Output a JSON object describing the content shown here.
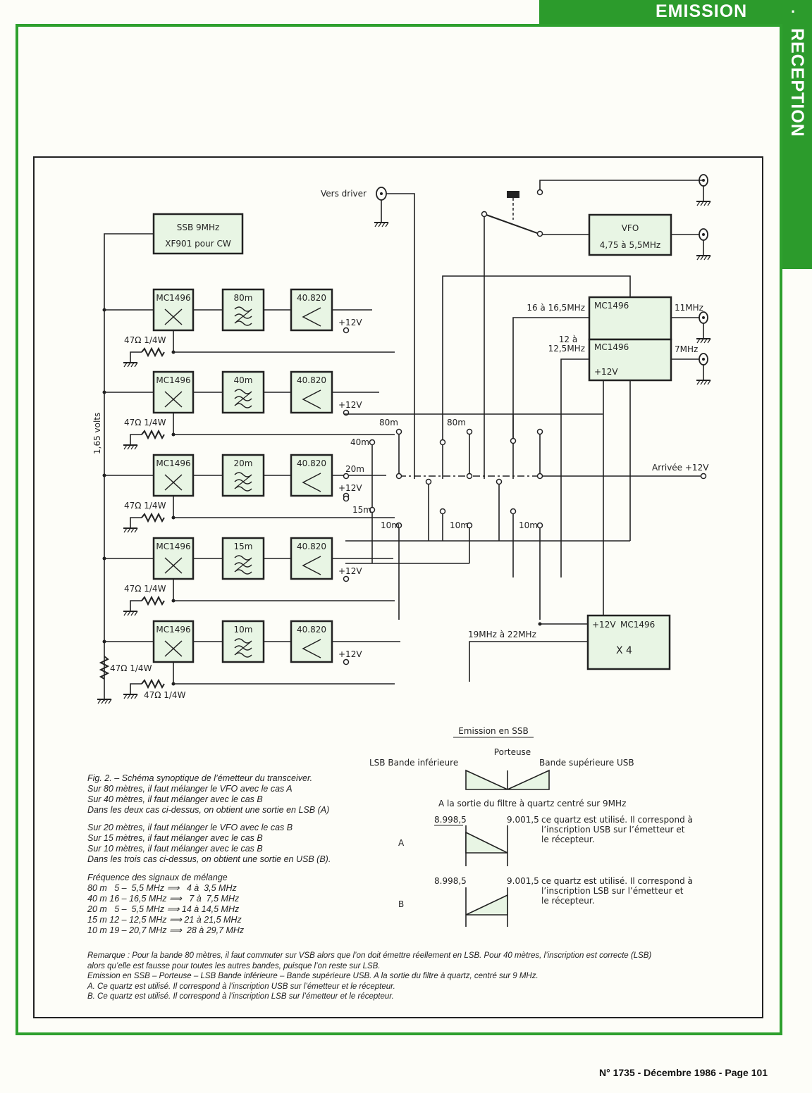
{
  "header": {
    "section_title": "EMISSION",
    "separator": "·",
    "section_subtitle": "RECEPTION"
  },
  "diagram": {
    "ssb_filter": {
      "line1": "SSB 9MHz",
      "line2": "XF901 pour CW"
    },
    "vers_driver": "Vers driver",
    "vfo": {
      "line1": "VFO",
      "line2": "4,75 à 5,5MHz"
    },
    "chains": [
      {
        "mixer": "MC1496",
        "filter": "80m",
        "amp": "40.820",
        "supply": "+12V",
        "resistor": "47Ω 1/4W"
      },
      {
        "mixer": "MC1496",
        "filter": "40m",
        "amp": "40.820",
        "supply": "+12V",
        "resistor": "47Ω 1/4W"
      },
      {
        "mixer": "MC1496",
        "filter": "20m",
        "amp": "40.820",
        "supply": "+12V",
        "resistor": "47Ω 1/4W"
      },
      {
        "mixer": "MC1496",
        "filter": "15m",
        "amp": "40.820",
        "supply": "+12V",
        "resistor": "47Ω 1/4W"
      },
      {
        "mixer": "MC1496",
        "filter": "10m",
        "amp": "40.820",
        "supply": "+12V",
        "resistor": "47Ω 1/4W"
      }
    ],
    "bias_voltage": "1,65 volts",
    "bias_resistor": "47Ω 1/4W",
    "osc_mixer_top": {
      "label": "MC1496",
      "out_freq": "16 à 16,5MHz",
      "xtal": "11MHz"
    },
    "osc_mixer_bottom": {
      "label": "MC1496",
      "out_freq_line1": "12 à",
      "out_freq_line2": "12,5MHz",
      "xtal": "7MHz",
      "supply": "+12V"
    },
    "multiplier": {
      "supply": "+12V",
      "label": "MC1496",
      "factor": "X 4",
      "out_freq": "19MHz à 22MHz"
    },
    "switch_labels": {
      "s80a": "80m",
      "s80b": "80m",
      "s40": "40m",
      "s20": "20m",
      "s15": "15m",
      "s10a": "10m",
      "s10b": "10m",
      "s10c": "10m",
      "supply_mid1": "+12V",
      "supply_mid2": "+12V"
    },
    "arrivee": "Arrivée +12V"
  },
  "ssb_figure": {
    "title": "Emission en SSB",
    "porteuse": "Porteuse",
    "lsb": "LSB Bande inférieure",
    "usb": "Bande supérieure USB",
    "quartz_title": "A la sortie du filtre à quartz centré sur 9MHz",
    "case_a": {
      "label": "A",
      "f_low": "8.998,5",
      "f_high": "9.001,5",
      "lines": [
        "ce quartz est utilisé. Il correspond à",
        "l’inscription USB sur l’émetteur et",
        "le récepteur."
      ]
    },
    "case_b": {
      "label": "B",
      "f_low": "8.998,5",
      "f_high": "9.001,5",
      "lines": [
        "ce quartz est utilisé. Il correspond à",
        "l’inscription LSB sur l’émetteur et",
        "le récepteur."
      ]
    }
  },
  "caption": {
    "block1": [
      "Fig. 2. – Schéma synoptique de l’émetteur du transceiver.",
      "Sur 80 mètres, il faut mélanger le VFO avec le cas A",
      "Sur 40 mètres, il faut mélanger avec le cas B",
      "Dans les deux cas ci-dessus, on obtient une sortie en LSB (A)"
    ],
    "block2": [
      "Sur 20 mètres, il faut mélanger le VFO avec le cas B",
      "Sur 15 mètres, il faut mélanger avec le cas B",
      "Sur 10 mètres, il faut mélanger avec le cas B",
      "Dans les trois cas ci-dessus, on obtient une sortie en USB (B)."
    ],
    "freq_title": "Fréquence des signaux de mélange",
    "freq_rows": [
      "80 m   5 –  5,5 MHz ⟹   4 à  3,5 MHz",
      "40 m 16 – 16,5 MHz ⟹   7 à  7,5 MHz",
      "20 m   5 –  5,5 MHz ⟹ 14 à 14,5 MHz",
      "15 m 12 – 12,5 MHz ⟹ 21 à 21,5 MHz",
      "10 m 19 – 20,7 MHz ⟹  28 à 29,7 MHz"
    ],
    "remarks": [
      "Remarque : Pour la bande 80 mètres, il faut commuter sur VSB alors que l’on doit émettre réellement en LSB. Pour 40 mètres, l’inscription est correcte (LSB)",
      "alors qu’elle est fausse pour toutes les autres bandes, puisque l’on reste sur LSB.",
      "Emission en SSB – Porteuse – LSB Bande inférieure – Bande supérieure USB. A la sortie du filtre à quartz, centré sur 9 MHz.",
      "A. Ce quartz est utilisé. Il correspond à l’inscription USB sur l’émetteur et le récepteur.",
      "B. Ce quartz est utilisé. Il correspond à l’inscription LSB sur l’émetteur et le récepteur."
    ]
  },
  "footer": {
    "text": "N° 1735 - Décembre 1986 - Page 101"
  },
  "colors": {
    "brand_green": "#2c9b2c",
    "box_fill": "#e8f5e4",
    "ink": "#222222"
  }
}
